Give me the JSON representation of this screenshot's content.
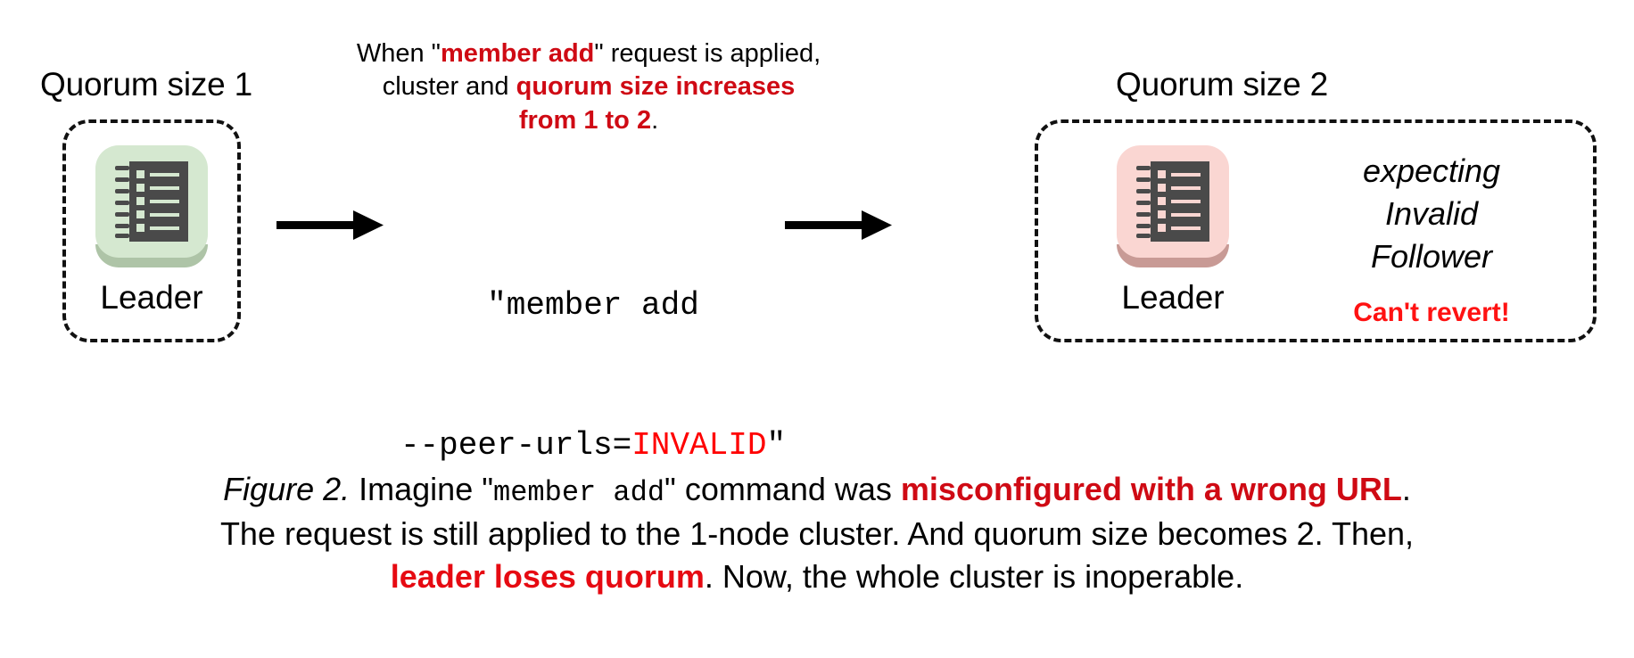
{
  "figure": {
    "accent_red": "#cf0a14",
    "bright_red": "#ff1212",
    "invalid_red": "#ff0000",
    "node_green": "#d5e8d0",
    "node_green_shadow": "#aec4a7",
    "node_pink": "#fad6d2",
    "node_pink_shadow": "#c89a95"
  },
  "left_cluster": {
    "title": "Quorum size 1",
    "node_label": "Leader",
    "node_icon": "server-icon"
  },
  "right_cluster": {
    "title": "Quorum size 2",
    "node_label": "Leader",
    "node_icon": "server-icon",
    "expecting_line1": "expecting",
    "expecting_line2": "Invalid",
    "expecting_line3": "Follower",
    "revert_warning": "Can't revert!"
  },
  "note": {
    "line1_pre": "When \"",
    "line1_hl": "member add",
    "line1_post": "\" request is applied,",
    "line2_pre": "cluster and ",
    "line2_hl": "quorum size increases",
    "line3_hl": "from 1 to 2",
    "line3_post": "."
  },
  "command": {
    "line1": "\"member add",
    "line2_pre": "--peer-urls=",
    "line2_invalid": "INVALID",
    "line2_post": "\""
  },
  "arrows": {
    "left_arrow": "arrow-right-icon",
    "right_arrow": "arrow-right-icon"
  },
  "caption": {
    "fig_label": "Figure 2.",
    "l1_a": " Imagine \"",
    "l1_mono": "member add",
    "l1_b": "\" command was ",
    "l1_hl": "misconfigured with a wrong URL",
    "l1_c": ".",
    "l2": "The request is still applied to the 1-node cluster. And quorum size becomes 2. Then,",
    "l3_hl": "leader loses quorum",
    "l3_post": ". Now, the whole cluster is inoperable."
  }
}
